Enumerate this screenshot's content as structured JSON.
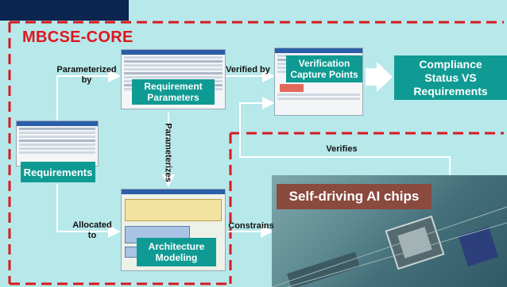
{
  "title": "MBCSE-CORE",
  "nodes": {
    "requirements": "Requirements",
    "requirement_parameters": "Requirement Parameters",
    "verification_capture_points": "Verification Capture Points",
    "compliance_status": "Compliance Status VS Requirements",
    "architecture_modeling": "Architecture Modeling",
    "chip_label": "Self-driving AI chips"
  },
  "edges": {
    "parameterized_by": "Parameterized by",
    "verified_by": "Verified by",
    "parameterizes": "Parameterizes",
    "allocated_to": "Allocated to",
    "constrains": "Constrains",
    "verifies": "Verifies"
  },
  "colors": {
    "background": "#b7e8ea",
    "teal": "#0f9b93",
    "border_red": "#d7191f",
    "navy": "#0c2450",
    "chip_tag": "#8a4a3e"
  }
}
